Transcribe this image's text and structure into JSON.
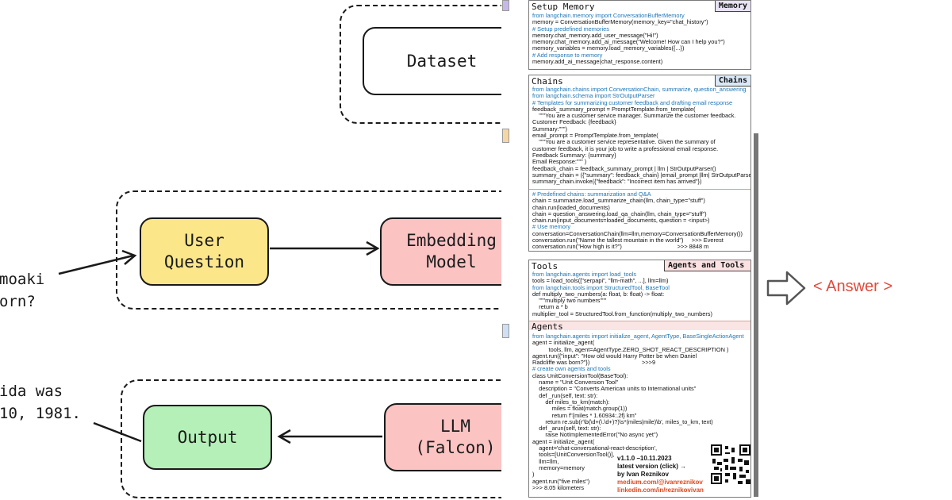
{
  "nodes": {
    "dataset": "Dataset",
    "user_question": "User\nQuestion",
    "embedding": "Embedding\nModel",
    "llm": "LLM\n(Falcon)",
    "output": "Output"
  },
  "fragments": {
    "question": "moaki\norn?",
    "output_text": "ida was\n10, 1981."
  },
  "colors": {
    "user_question": "#fbe68a",
    "embedding": "#fcc3c3",
    "llm": "#fcc3c3",
    "output": "#b5f0b8",
    "answer": "#e24a3b",
    "comment": "#1f76b5"
  },
  "answer": "< Answer >",
  "panels": {
    "memory": {
      "title": "Setup Memory",
      "tag": "Memory",
      "lines": [
        {
          "t": "from langchain.memory import ConversationBufferMemory",
          "c": true
        },
        {
          "t": "memory = ConversationBufferMemory(memory_key=\"chat_history\")"
        },
        {
          "t": "# Setup predefined memories",
          "c": true
        },
        {
          "t": "memory.chat_memory.add_user_message(\"Hi!\")"
        },
        {
          "t": "memory.chat_memory.add_ai_message(\"Welcome! How can I help you?\")"
        },
        {
          "t": "memory_variables = memory.load_memory_variables({...})"
        },
        {
          "t": "# Add response to memory",
          "c": true
        },
        {
          "t": "memory.add_ai_message(chat_response.content)"
        }
      ]
    },
    "chains": {
      "title": "Chains",
      "tag": "Chains",
      "lines": [
        {
          "t": "from langchain.chains import ConversationChain, summarize, question_answering",
          "c": true
        },
        {
          "t": "from langchain.schema import StrOutputParser",
          "c": true
        },
        {
          "t": "# Templates for summarizing customer feedback and drafting email response",
          "c": true
        },
        {
          "t": "feedback_summary_prompt = PromptTemplate.from_template("
        },
        {
          "t": "    \"\"\"You are a customer service manager. Summarize the customer feedback."
        },
        {
          "t": "Customer Feedback: {feedback}"
        },
        {
          "t": "Summary:\"\"\")"
        },
        {
          "t": "email_prompt = PromptTemplate.from_template("
        },
        {
          "t": "    \"\"\"You are a customer service representative. Given the summary of"
        },
        {
          "t": "customer feedback, it is your job to write a professional email response."
        },
        {
          "t": "Feedback Summary: {summary}"
        },
        {
          "t": "Email Response:\"\"\" )"
        },
        {
          "t": "feedback_chain = feedback_summary_prompt | llm | StrOutputParser()"
        },
        {
          "t": "summary_chain = ({\"summary\": feedback_chain} |email_prompt |llm| StrOutputParser())"
        },
        {
          "t": "summary_chain.invoke({\"feedback\": \"Incorrect item has arrived\"})"
        }
      ],
      "lines2": [
        {
          "t": "# Predefined chains: summarization and Q&A",
          "c": true
        },
        {
          "t": "chain = summarize.load_summarize_chain(llm, chain_type=\"stuff\")"
        },
        {
          "t": "chain.run(loaded_documents)"
        },
        {
          "t": "chain = question_answering.load_qa_chain(llm, chain_type=\"stuff\")"
        },
        {
          "t": "chain.run(input_documents=loaded_documents, question = <input>)"
        },
        {
          "t": "# Use memory",
          "c": true
        },
        {
          "t": "conversation=ConversationChain(llm=llm,memory=ConversationBufferMemory())"
        },
        {
          "t": "conversation.run(\"Name the tallest mountain in the world\")     >>> Everest"
        },
        {
          "t": "conversation.run(\"How high is it?\")                                  >>> 8848 m"
        }
      ]
    },
    "tools": {
      "title": "Tools",
      "tag": "Agents and Tools",
      "lines": [
        {
          "t": "from langchain.agents import load_tools",
          "c": true
        },
        {
          "t": "tools = load_tools([\"serpapi\", \"llm-math\", ...], llm=llm)"
        },
        {
          "t": "from langchain.tools import StructuredTool, BaseTool",
          "c": true
        },
        {
          "t": "def multiply_two_numbers(a: float, b: float) -> float:"
        },
        {
          "t": "    \"\"\"multiply two numbers\"\"\""
        },
        {
          "t": "    return a * b"
        },
        {
          "t": "multiplier_tool = StructuredTool.from_function(multiply_two_numbers)"
        }
      ],
      "agents_title": "Agents",
      "agent_lines": [
        {
          "t": "from langchain.agents import initialize_agent, AgentType, BaseSingleActionAgent",
          "c": true
        },
        {
          "t": "agent = initialize_agent("
        },
        {
          "t": "          tools, llm, agent=AgentType.ZERO_SHOT_REACT_DESCRIPTION )"
        },
        {
          "t": "agent.run({\"input\": \"How old would Harry Potter be when Daniel"
        },
        {
          "t": "Radcliffe was born?\"})                                >>>9"
        },
        {
          "t": "# create own agents and tools",
          "c": true
        },
        {
          "t": "class UnitConversionTool(BaseTool):"
        },
        {
          "t": "    name = \"Unit Conversion Tool\""
        },
        {
          "t": "    description = \"Converts American units to International units\""
        },
        {
          "t": "    def _run(self, text: str):"
        },
        {
          "t": "        def miles_to_km(match):"
        },
        {
          "t": "            miles = float(match.group(1))"
        },
        {
          "t": "            return f\"{miles * 1.60934:.2f} km\""
        },
        {
          "t": "        return re.sub(r'\\b(\\d+(\\.\\d+)?)\\s*(miles|mile)\\b', miles_to_km, text)"
        },
        {
          "t": "    def _arun(self, text: str):"
        },
        {
          "t": "        raise NotImplementedError(\"No async yet\")"
        },
        {
          "t": "agent = initialize_agent("
        },
        {
          "t": "    agent='chat-conversational-react-description',"
        },
        {
          "t": "    tools=[UnitConversionTool()],"
        },
        {
          "t": "    llm=llm,"
        },
        {
          "t": "    memory=memory"
        },
        {
          "t": ")"
        },
        {
          "t": "agent.run(\"five miles\")"
        },
        {
          "t": ">>> 8.05 kilometers"
        }
      ]
    }
  },
  "footer": {
    "version": "v1.1.0 –10.11.2023",
    "latest": "latest version (click) →",
    "author": "by Ivan Reznikov",
    "medium": "medium.com/@ivanreznikov",
    "linkedin": "linkedin.com/in/reznikovivan"
  }
}
